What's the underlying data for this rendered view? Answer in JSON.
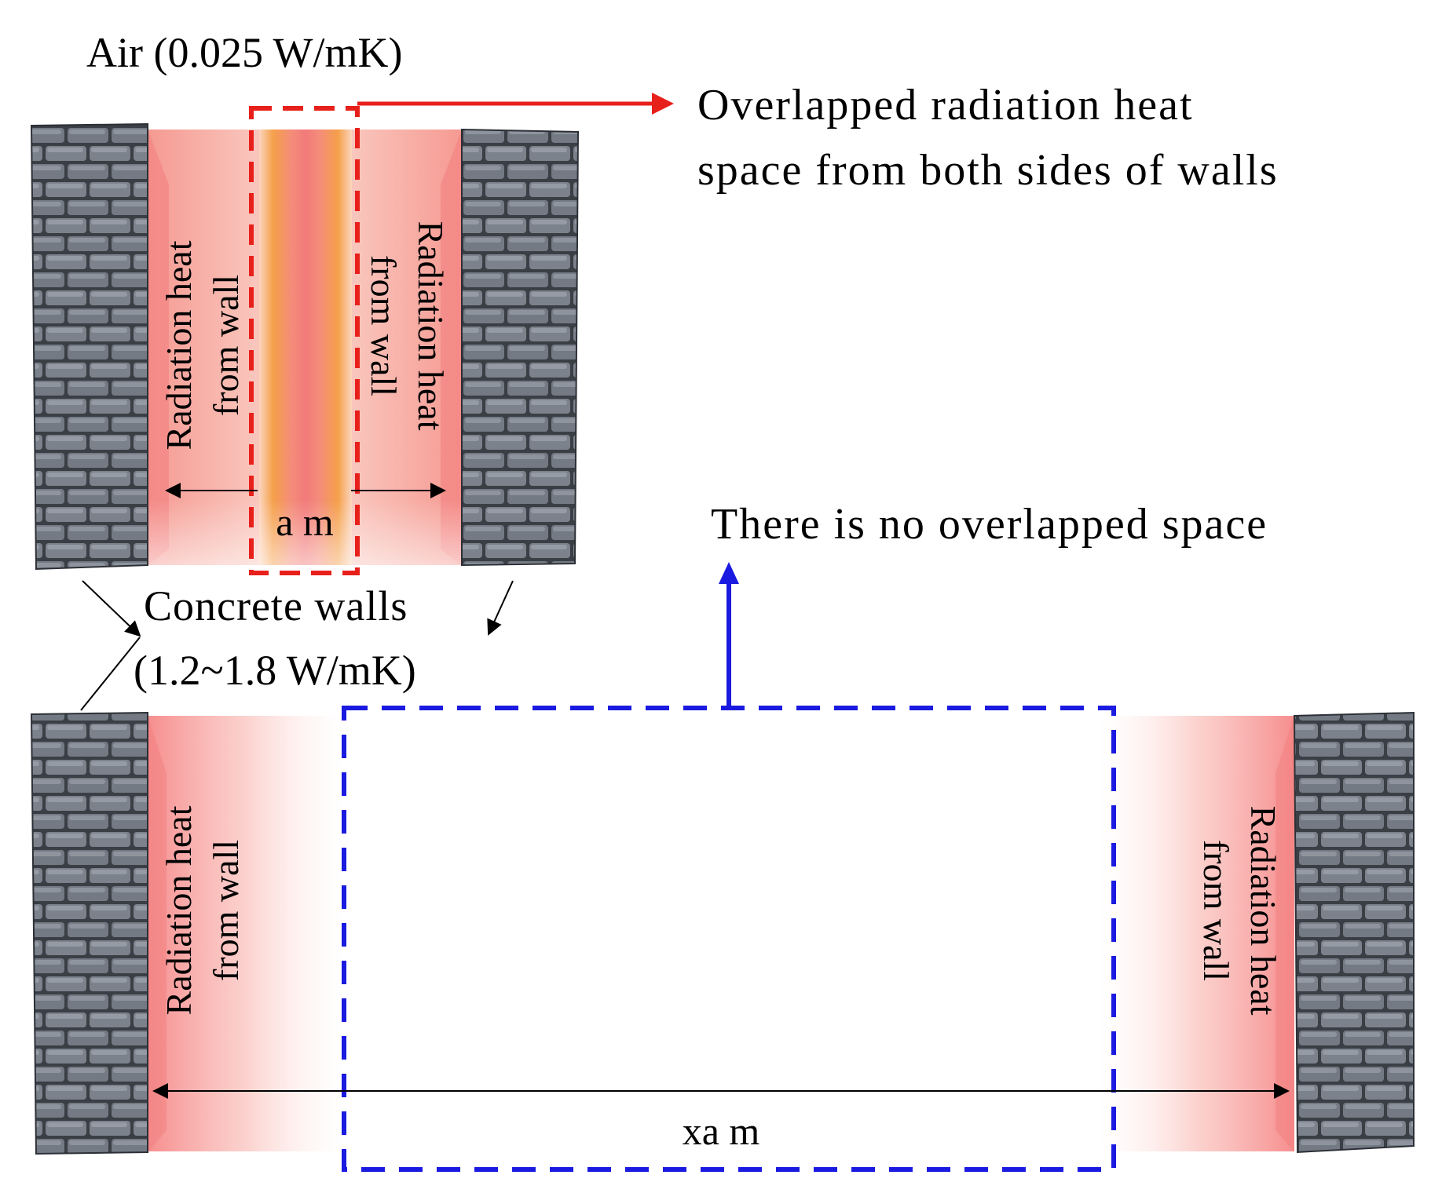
{
  "labels": {
    "air": "Air (0.025 W/mK)",
    "overlap_note_line1": "Overlapped radiation heat",
    "overlap_note_line2": "space from both sides of walls",
    "no_overlap_note": "There is no overlapped space",
    "concrete_line1": "Concrete walls",
    "concrete_line2": "(1.2~1.8 W/mK)",
    "radiation_line1": "Radiation heat",
    "radiation_line2": "from wall",
    "narrow_width": "a m",
    "wide_width": "xa m"
  },
  "colors": {
    "overlap_box": "#e8201b",
    "no_overlap_box": "#1a1ae0",
    "radiation_glow": "#f47a7a",
    "overlap_core": "#f5a04a",
    "wall_stone": "#7b828c",
    "wall_mortar": "#3a3f46",
    "dimension_line": "#000000"
  },
  "icons": {
    "wall": "stone-brick-wall-texture",
    "arrow": "arrow-head"
  }
}
